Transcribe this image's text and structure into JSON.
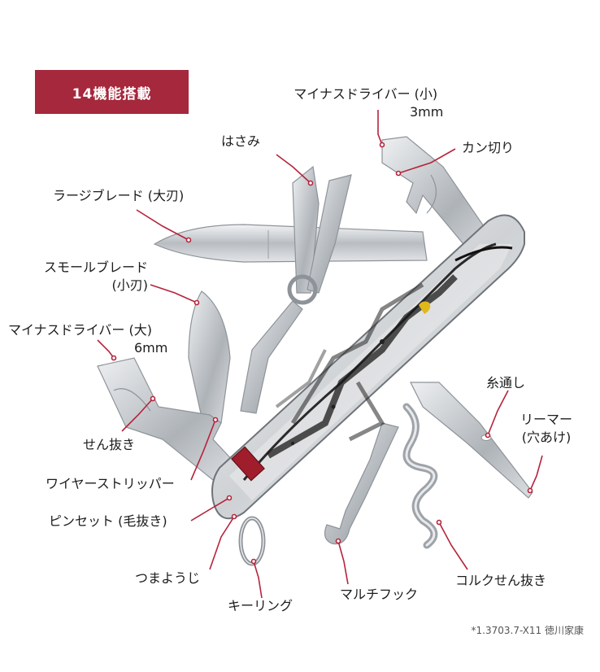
{
  "badge": "14機能搭載",
  "labels": {
    "screwdriver_small": "マイナスドライバー (小)",
    "screwdriver_small_size": "3mm",
    "can_opener": "カン切り",
    "scissors": "はさみ",
    "large_blade": "ラージブレード (大刃)",
    "small_blade": "スモールブレード",
    "small_blade_sub": "(小刃)",
    "screwdriver_large": "マイナスドライバー (大)",
    "screwdriver_large_size": "6mm",
    "bottle_opener": "せん抜き",
    "wire_stripper": "ワイヤーストリッパー",
    "tweezers": "ピンセット (毛抜き)",
    "toothpick": "つまようじ",
    "key_ring": "キーリング",
    "multi_hook": "マルチフック",
    "corkscrew": "コルクせん抜き",
    "sewing_eye": "糸通し",
    "reamer": "リーマー",
    "reamer_sub": "(穴あけ)"
  },
  "model": "*1.3703.7-X11 徳川家康",
  "colors": {
    "badge": "#a5283c",
    "leader": "#b5243c",
    "steel": "#c9ccd0"
  }
}
